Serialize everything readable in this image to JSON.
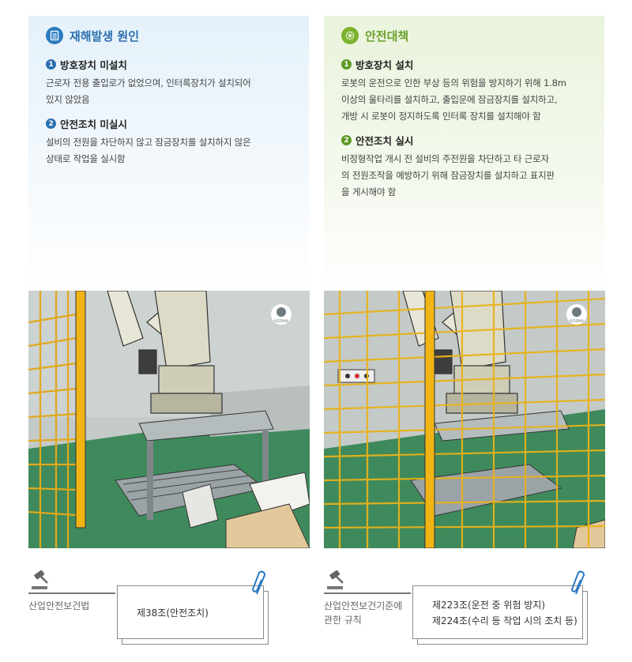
{
  "cause": {
    "title": "재해발생 원인",
    "icon": "clipboard-list-icon",
    "items": [
      {
        "num": "1",
        "title": "방호장치 미설치",
        "lines": [
          "근로자 전용 출입로가 없었으며, 인터록장치가 설치되어",
          "있지 않았음"
        ]
      },
      {
        "num": "2",
        "title": "안전조치 미실시",
        "lines": [
          "설비의 전원을 차단하지 않고 잠금장치를 설치하지 않은",
          "상태로 작업을 실시함"
        ]
      }
    ]
  },
  "measure": {
    "title": "안전대책",
    "icon": "gear-safety-icon",
    "items": [
      {
        "num": "1",
        "title": "방호장치 설치",
        "lines": [
          "로봇의 운전으로 인한 부상 등의 위험을 방지하기 위해 1.8m",
          "이상의 울타리를 설치하고, 출입문에 잠금장치를 설치하고,",
          "개방 시 로봇이 정지하도록 인터록 장치를 설치해야 함"
        ]
      },
      {
        "num": "2",
        "title": "안전조치 실시",
        "lines": [
          "비정형작업 개시 전 설비의 주전원을 차단하고 타 근로자",
          "의 전원조작을 예방하기 위해 잠금장치를 설치하고 표지판",
          "을 게시해야 함"
        ]
      }
    ]
  },
  "illustrations": {
    "left_logo": "KOSHA",
    "right_logo": "KOSHA"
  },
  "law": {
    "left": {
      "label_lines": [
        "산업안전보건법"
      ],
      "card_lines": [
        "제38조(안전조치)"
      ]
    },
    "right": {
      "label_lines": [
        "산업안전보건기준에",
        "관한 규칙"
      ],
      "card_lines": [
        "제223조(운전 중 위험 방지)",
        "제224조(수리 등 작업 시의 조치 등)"
      ]
    }
  },
  "colors": {
    "blue_accent": "#2b6fb0",
    "green_accent": "#6aa12a",
    "floor_green": "#3f8a5c",
    "fence_yellow": "#e8b21a"
  }
}
